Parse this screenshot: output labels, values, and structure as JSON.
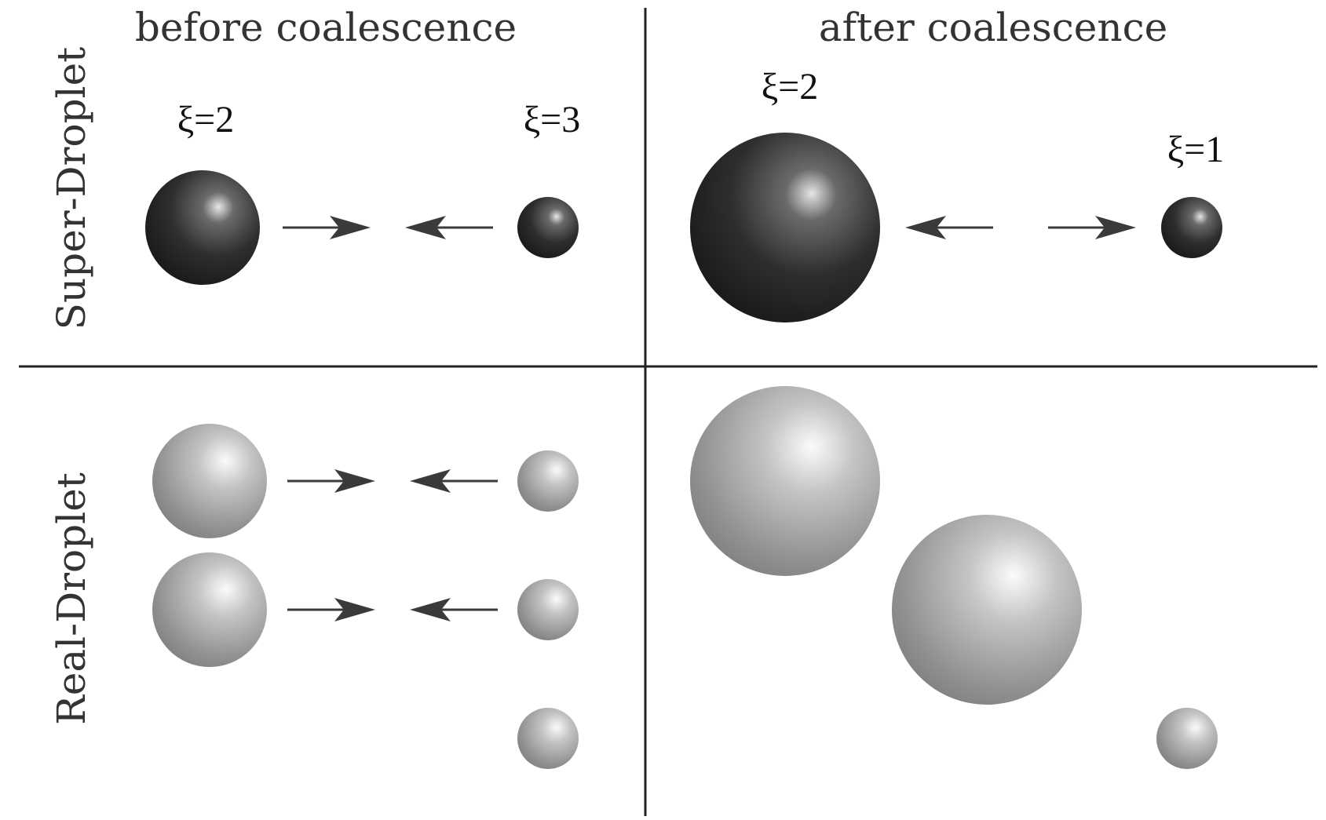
{
  "headers": {
    "before": "before coalescence",
    "after": "after coalescence"
  },
  "rows": {
    "super": "Super-Droplet",
    "real": "Real-Droplet"
  },
  "multiplicities": {
    "before_left": "ξ=2",
    "before_right": "ξ=3",
    "after_left": "ξ=2",
    "after_right": "ξ=1"
  },
  "colors": {
    "super_droplet": "#1e1e1e",
    "real_droplet": "#8a8a8a",
    "divider": "#222222",
    "arrow": "#3a3a3a"
  }
}
